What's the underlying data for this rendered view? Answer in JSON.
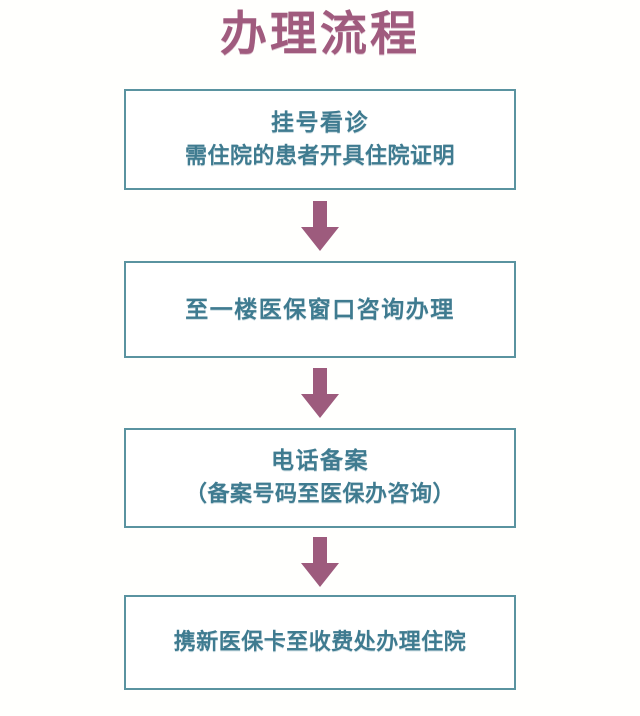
{
  "page": {
    "title": "办理流程",
    "background_color": "#fffffd",
    "title_color": "#a05b7e",
    "box_border_color": "#5a93a0",
    "box_text_color": "#3f7b90",
    "arrow_color": "#9d5b7d"
  },
  "flow": {
    "steps": [
      {
        "index": 1,
        "lines": [
          "挂号看诊",
          "需住院的患者开具住院证明"
        ]
      },
      {
        "index": 2,
        "lines": [
          "至一楼医保窗口咨询办理"
        ]
      },
      {
        "index": 3,
        "lines": [
          "电话备案",
          "（备案号码至医保办咨询）"
        ]
      },
      {
        "index": 4,
        "lines": [
          "携新医保卡至收费处办理住院"
        ]
      }
    ],
    "connectors": [
      {
        "index": 1,
        "icon": "arrow-down-icon"
      },
      {
        "index": 2,
        "icon": "arrow-down-icon"
      },
      {
        "index": 3,
        "icon": "arrow-down-icon"
      }
    ]
  }
}
